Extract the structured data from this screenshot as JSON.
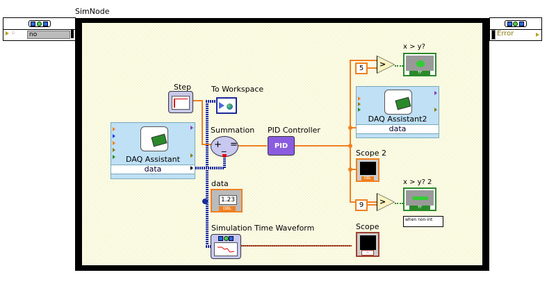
{
  "simnode": {
    "title": "SimNode"
  },
  "left_tunnel": {
    "icon": "sim-loop-icon",
    "value": "no"
  },
  "right_tunnel": {
    "icon": "sim-loop-icon",
    "value": "Error"
  },
  "blocks": {
    "step": {
      "label": "Step"
    },
    "to_workspace": {
      "label": "To Workspace"
    },
    "daq_assistant": {
      "title": "DAQ Assistant",
      "output": "data"
    },
    "summation": {
      "label": "Summation",
      "plus": "+",
      "minus": "_",
      "eq": "="
    },
    "pid": {
      "label": "PID Controller",
      "text": "PID"
    },
    "data_indicator": {
      "label": "data",
      "value": "1.23",
      "type": "DBL"
    },
    "sim_time_waveform": {
      "label": "Simulation Time Waveform"
    },
    "scope": {
      "label": "Scope"
    },
    "scope2": {
      "label": "Scope 2",
      "type": "DBL"
    },
    "daq_assistant2": {
      "title": "DAQ Assistant2",
      "input": "data"
    },
    "compare1": {
      "label": "x > y?",
      "constant": "5",
      "symbol": ">",
      "type": "TF"
    },
    "compare2": {
      "label": "x > y? 2",
      "constant": "9",
      "symbol": ">",
      "type": "TF",
      "note": "when non-int"
    }
  },
  "colors": {
    "frame": "#000000",
    "canvas": "#fdfde8",
    "wire_numeric": "#f08020",
    "wire_dynamic": "#1a2a9a",
    "boolean": "#2a8a2a",
    "daq": "#bfe0f5",
    "pid": "#8a5ce0"
  }
}
